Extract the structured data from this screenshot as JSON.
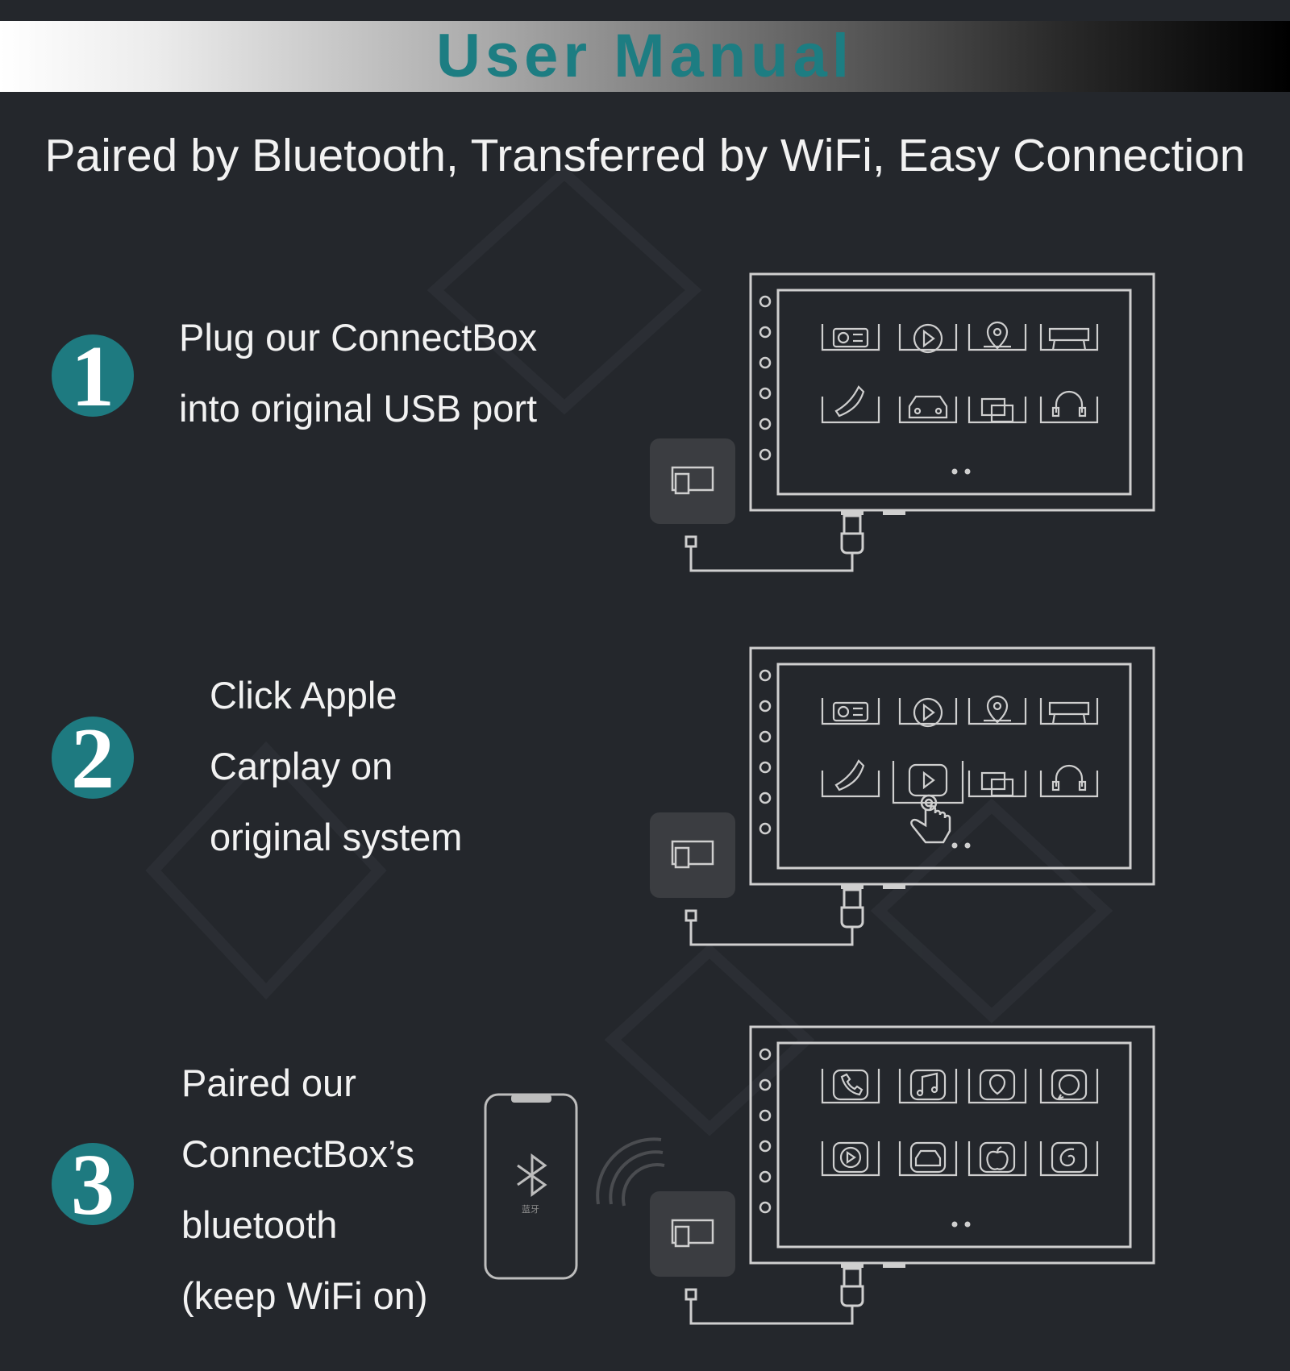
{
  "header": {
    "title": "User Manual"
  },
  "subtitle": "Paired by Bluetooth, Transferred by WiFi, Easy Connection",
  "steps": [
    {
      "number": "1",
      "lines": [
        "Plug our ConnectBox",
        "into original USB port"
      ]
    },
    {
      "number": "2",
      "lines": [
        "Click Apple",
        "Carplay on",
        "original system"
      ]
    },
    {
      "number": "3",
      "lines": [
        "Paired our",
        "ConnectBox’s",
        "bluetooth",
        "(keep WiFi on)"
      ]
    }
  ],
  "phone": {
    "label": "蓝牙"
  },
  "colors": {
    "background": "#24272c",
    "accent": "#1e7a80",
    "title": "#1d7d82",
    "line": "#cfcfcf",
    "box": "#3b3d41"
  },
  "icons": {
    "screen_1": [
      "radio-icon",
      "play-icon",
      "map-pin-icon",
      "car-seat-icon",
      "phone-icon",
      "car-icon",
      "screens-icon",
      "headset-icon"
    ],
    "screen_2": [
      "radio-icon",
      "play-icon",
      "map-pin-icon",
      "car-seat-icon",
      "phone-icon",
      "carplay-icon",
      "screens-icon",
      "headset-icon"
    ],
    "screen_3": [
      "phone-icon",
      "music-icon",
      "map-pin-icon",
      "whatsapp-icon",
      "play-icon",
      "car-icon",
      "apple-icon",
      "netease-music-icon"
    ]
  }
}
